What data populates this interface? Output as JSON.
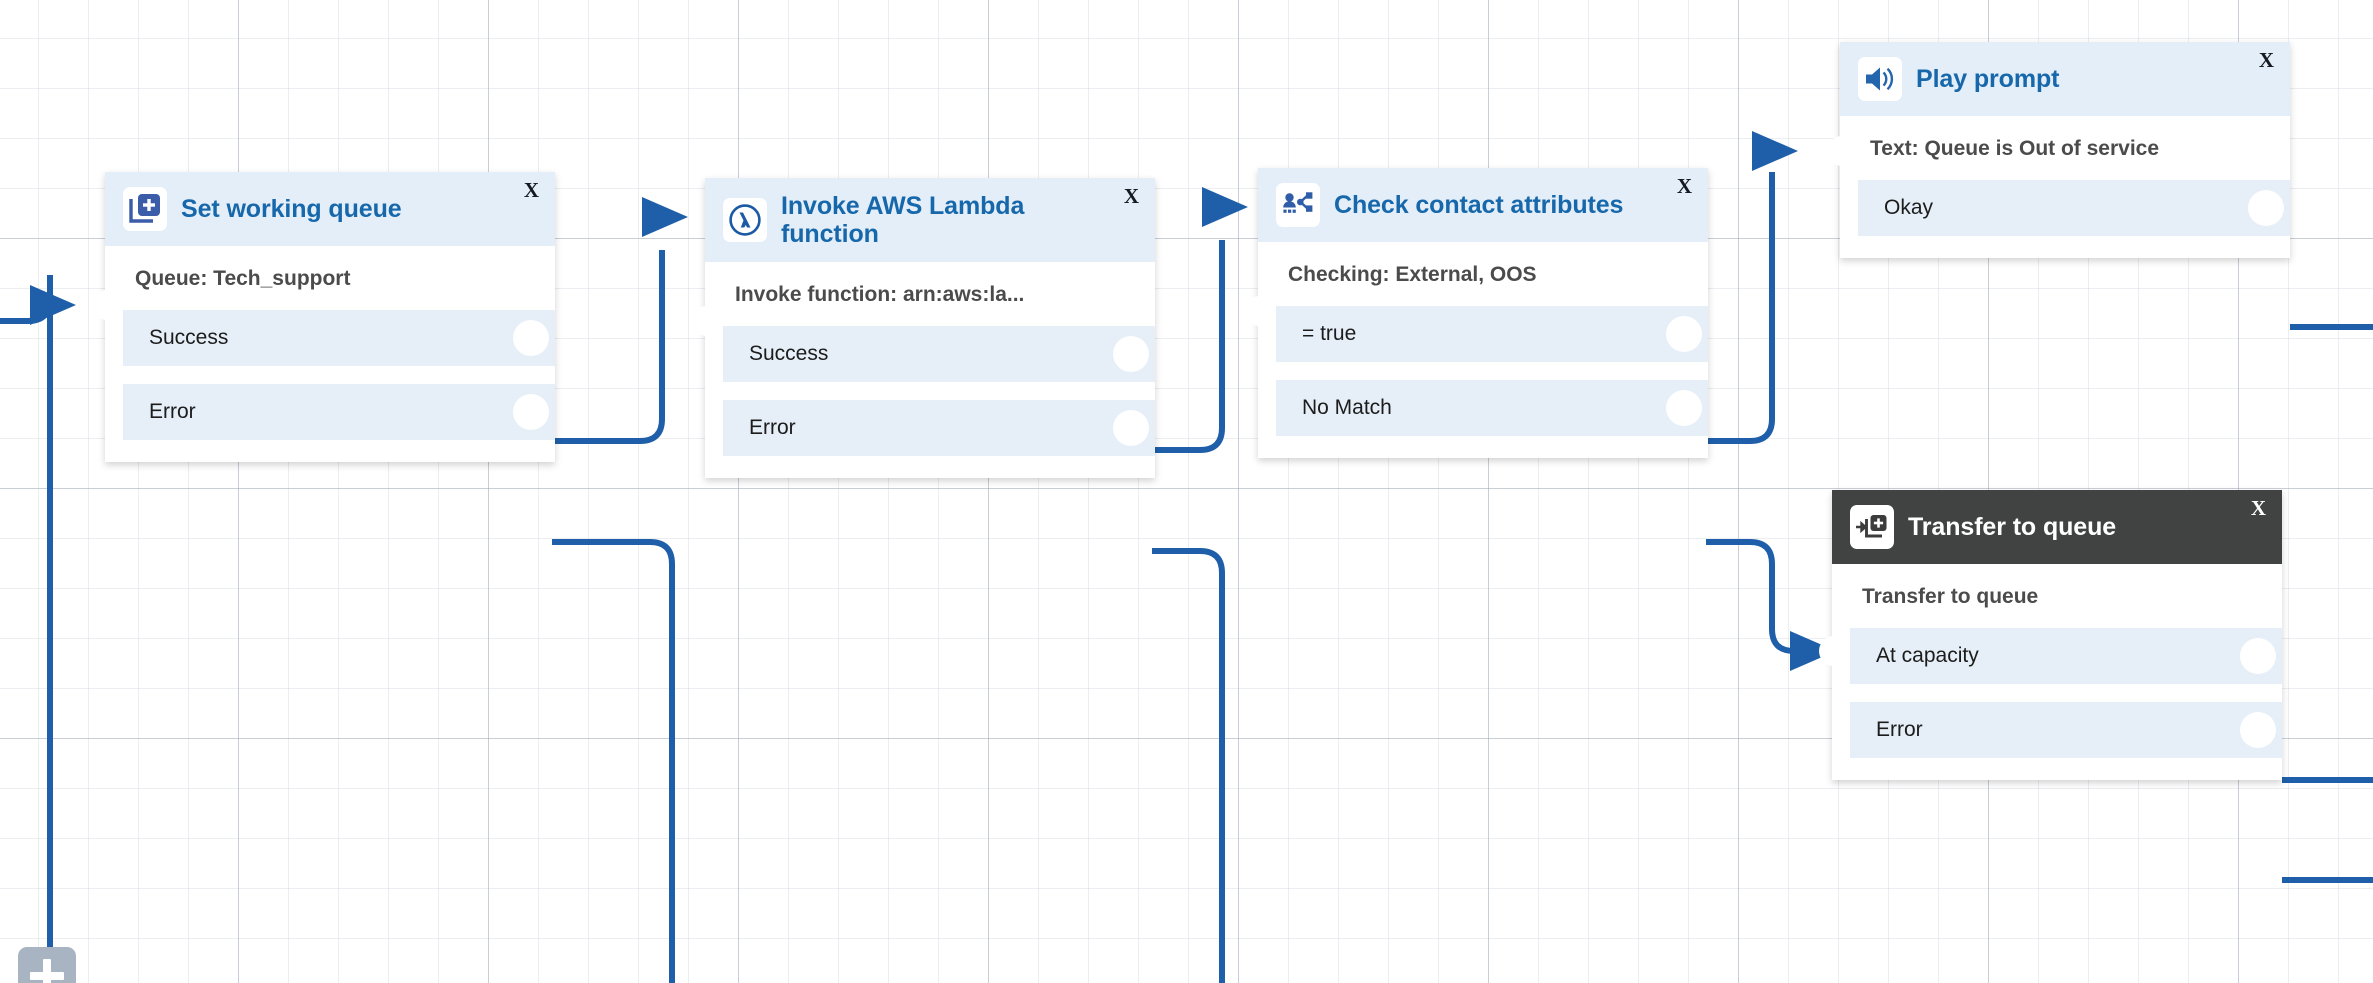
{
  "canvas": {
    "add_node_icon": "plus-square-icon",
    "grid": "on",
    "wire_color": "#1f5fa9",
    "header_light_bg": "#e3eef9",
    "header_dark_bg": "#414242",
    "title_color": "#1767ab",
    "port_bg": "#e6eff8"
  },
  "nodes": [
    {
      "id": "set-working-queue",
      "icon": "set-working-queue-icon",
      "title": "Set working queue",
      "close_label": "X",
      "description": "Queue: Tech_support",
      "theme": "light",
      "ports": [
        {
          "label": "Success"
        },
        {
          "label": "Error"
        }
      ]
    },
    {
      "id": "invoke-aws-lambda-function",
      "icon": "aws-lambda-icon",
      "title": "Invoke AWS Lambda function",
      "close_label": "X",
      "description": "Invoke function: arn:aws:la...",
      "theme": "light",
      "ports": [
        {
          "label": "Success"
        },
        {
          "label": "Error"
        }
      ]
    },
    {
      "id": "check-contact-attributes",
      "icon": "check-contact-attributes-icon",
      "title": "Check contact attributes",
      "close_label": "X",
      "description": "Checking: External, OOS",
      "theme": "light",
      "ports": [
        {
          "label": "= true"
        },
        {
          "label": "No Match"
        }
      ]
    },
    {
      "id": "play-prompt",
      "icon": "speaker-icon",
      "title": "Play prompt",
      "close_label": "X",
      "description": "Text: Queue is Out of service",
      "theme": "light",
      "ports": [
        {
          "label": "Okay"
        }
      ]
    },
    {
      "id": "transfer-to-queue",
      "icon": "transfer-to-queue-icon",
      "title": "Transfer to queue",
      "close_label": "X",
      "description": "Transfer to queue",
      "theme": "dark",
      "ports": [
        {
          "label": "At capacity"
        },
        {
          "label": "Error"
        }
      ]
    }
  ]
}
